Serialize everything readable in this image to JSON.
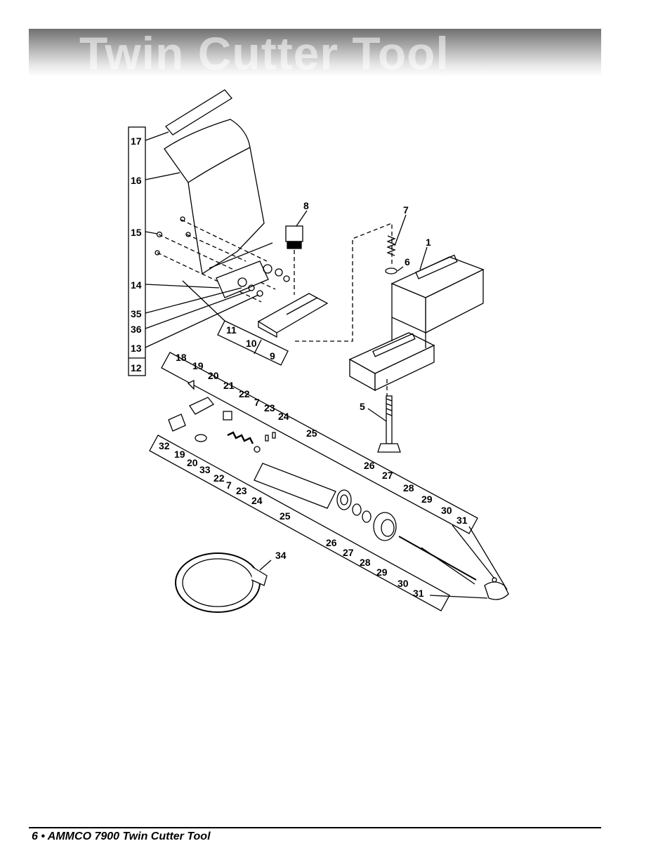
{
  "page": {
    "title": "Twin Cutter Tool",
    "footer": "6 • AMMCO 7900 Twin Cutter Tool"
  },
  "diagram": {
    "callouts": {
      "c1": "1",
      "c5": "5",
      "c6": "6",
      "c7": "7",
      "c8": "8",
      "c9": "9",
      "c10": "10",
      "c11": "11",
      "c12": "12",
      "c13": "13",
      "c14": "14",
      "c15": "15",
      "c16": "16",
      "c17": "17",
      "c34": "34",
      "c35": "35",
      "c36": "36"
    },
    "upper_kit": [
      "18",
      "19",
      "20",
      "21",
      "22",
      "7",
      "23",
      "24",
      "25",
      "26",
      "27",
      "28",
      "29",
      "30",
      "31"
    ],
    "lower_kit": [
      "32",
      "19",
      "20",
      "33",
      "22",
      "7",
      "23",
      "24",
      "25",
      "26",
      "27",
      "28",
      "29",
      "30",
      "31"
    ]
  }
}
